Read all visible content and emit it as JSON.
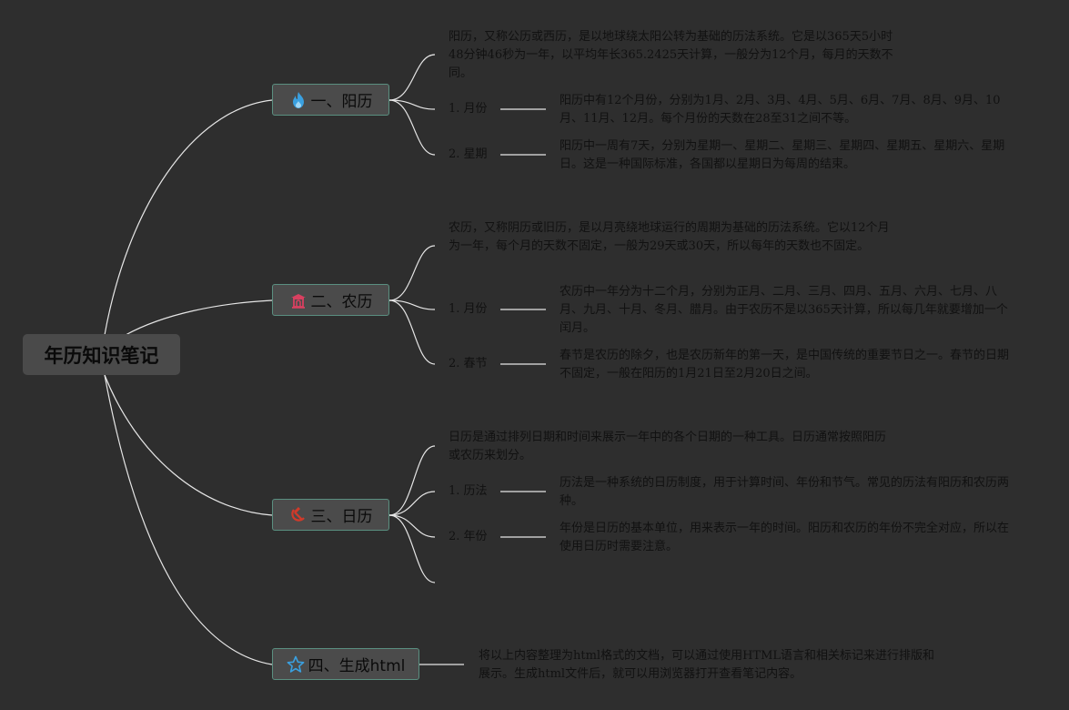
{
  "root": {
    "title": "年历知识笔记"
  },
  "topics": [
    {
      "label": "一、阳历",
      "icon": "flame-icon",
      "icon_color": "#3aa0e0",
      "desc": "阳历，又称公历或西历，是以地球绕太阳公转为基础的历法系统。它是以365天5小时48分钟46秒为一年，以平均年长365.2425天计算，一般分为12个月，每月的天数不同。",
      "items": [
        {
          "label": "1. 月份",
          "text": "阳历中有12个月份，分别为1月、2月、3月、4月、5月、6月、7月、8月、9月、10月、11月、12月。每个月份的天数在28至31之间不等。"
        },
        {
          "label": "2. 星期",
          "text": "阳历中一周有7天，分别为星期一、星期二、星期三、星期四、星期五、星期六、星期日。这是一种国际标准，各国都以星期日为每周的结束。"
        }
      ]
    },
    {
      "label": "二、农历",
      "icon": "temple-icon",
      "icon_color": "#d94060",
      "desc": "农历，又称阴历或旧历，是以月亮绕地球运行的周期为基础的历法系统。它以12个月为一年，每个月的天数不固定，一般为29天或30天，所以每年的天数也不固定。",
      "items": [
        {
          "label": "1. 月份",
          "text": "农历中一年分为十二个月，分别为正月、二月、三月、四月、五月、六月、七月、八月、九月、十月、冬月、腊月。由于农历不是以365天计算，所以每几年就要增加一个闰月。"
        },
        {
          "label": "2. 春节",
          "text": "春节是农历的除夕，也是农历新年的第一天，是中国传统的重要节日之一。春节的日期不固定，一般在阳历的1月21日至2月20日之间。"
        }
      ]
    },
    {
      "label": "三、日历",
      "icon": "hammer-sickle-icon",
      "icon_color": "#d03a2a",
      "desc": "日历是通过排列日期和时间来展示一年中的各个日期的一种工具。日历通常按照阳历或农历来划分。",
      "items": [
        {
          "label": "1. 历法",
          "text": "历法是一种系统的日历制度，用于计算时间、年份和节气。常见的历法有阳历和农历两种。"
        },
        {
          "label": "2. 年份",
          "text": "年份是日历的基本单位，用来表示一年的时间。阳历和农历的年份不完全对应，所以在使用日历时需要注意。"
        }
      ]
    },
    {
      "label": "四、生成html",
      "icon": "star-icon",
      "icon_color": "#3aa0e0",
      "desc": "将以上内容整理为html格式的文档，可以通过使用HTML语言和相关标记来进行排版和展示。生成html文件后，就可以用浏览器打开查看笔记内容。",
      "items": []
    }
  ]
}
